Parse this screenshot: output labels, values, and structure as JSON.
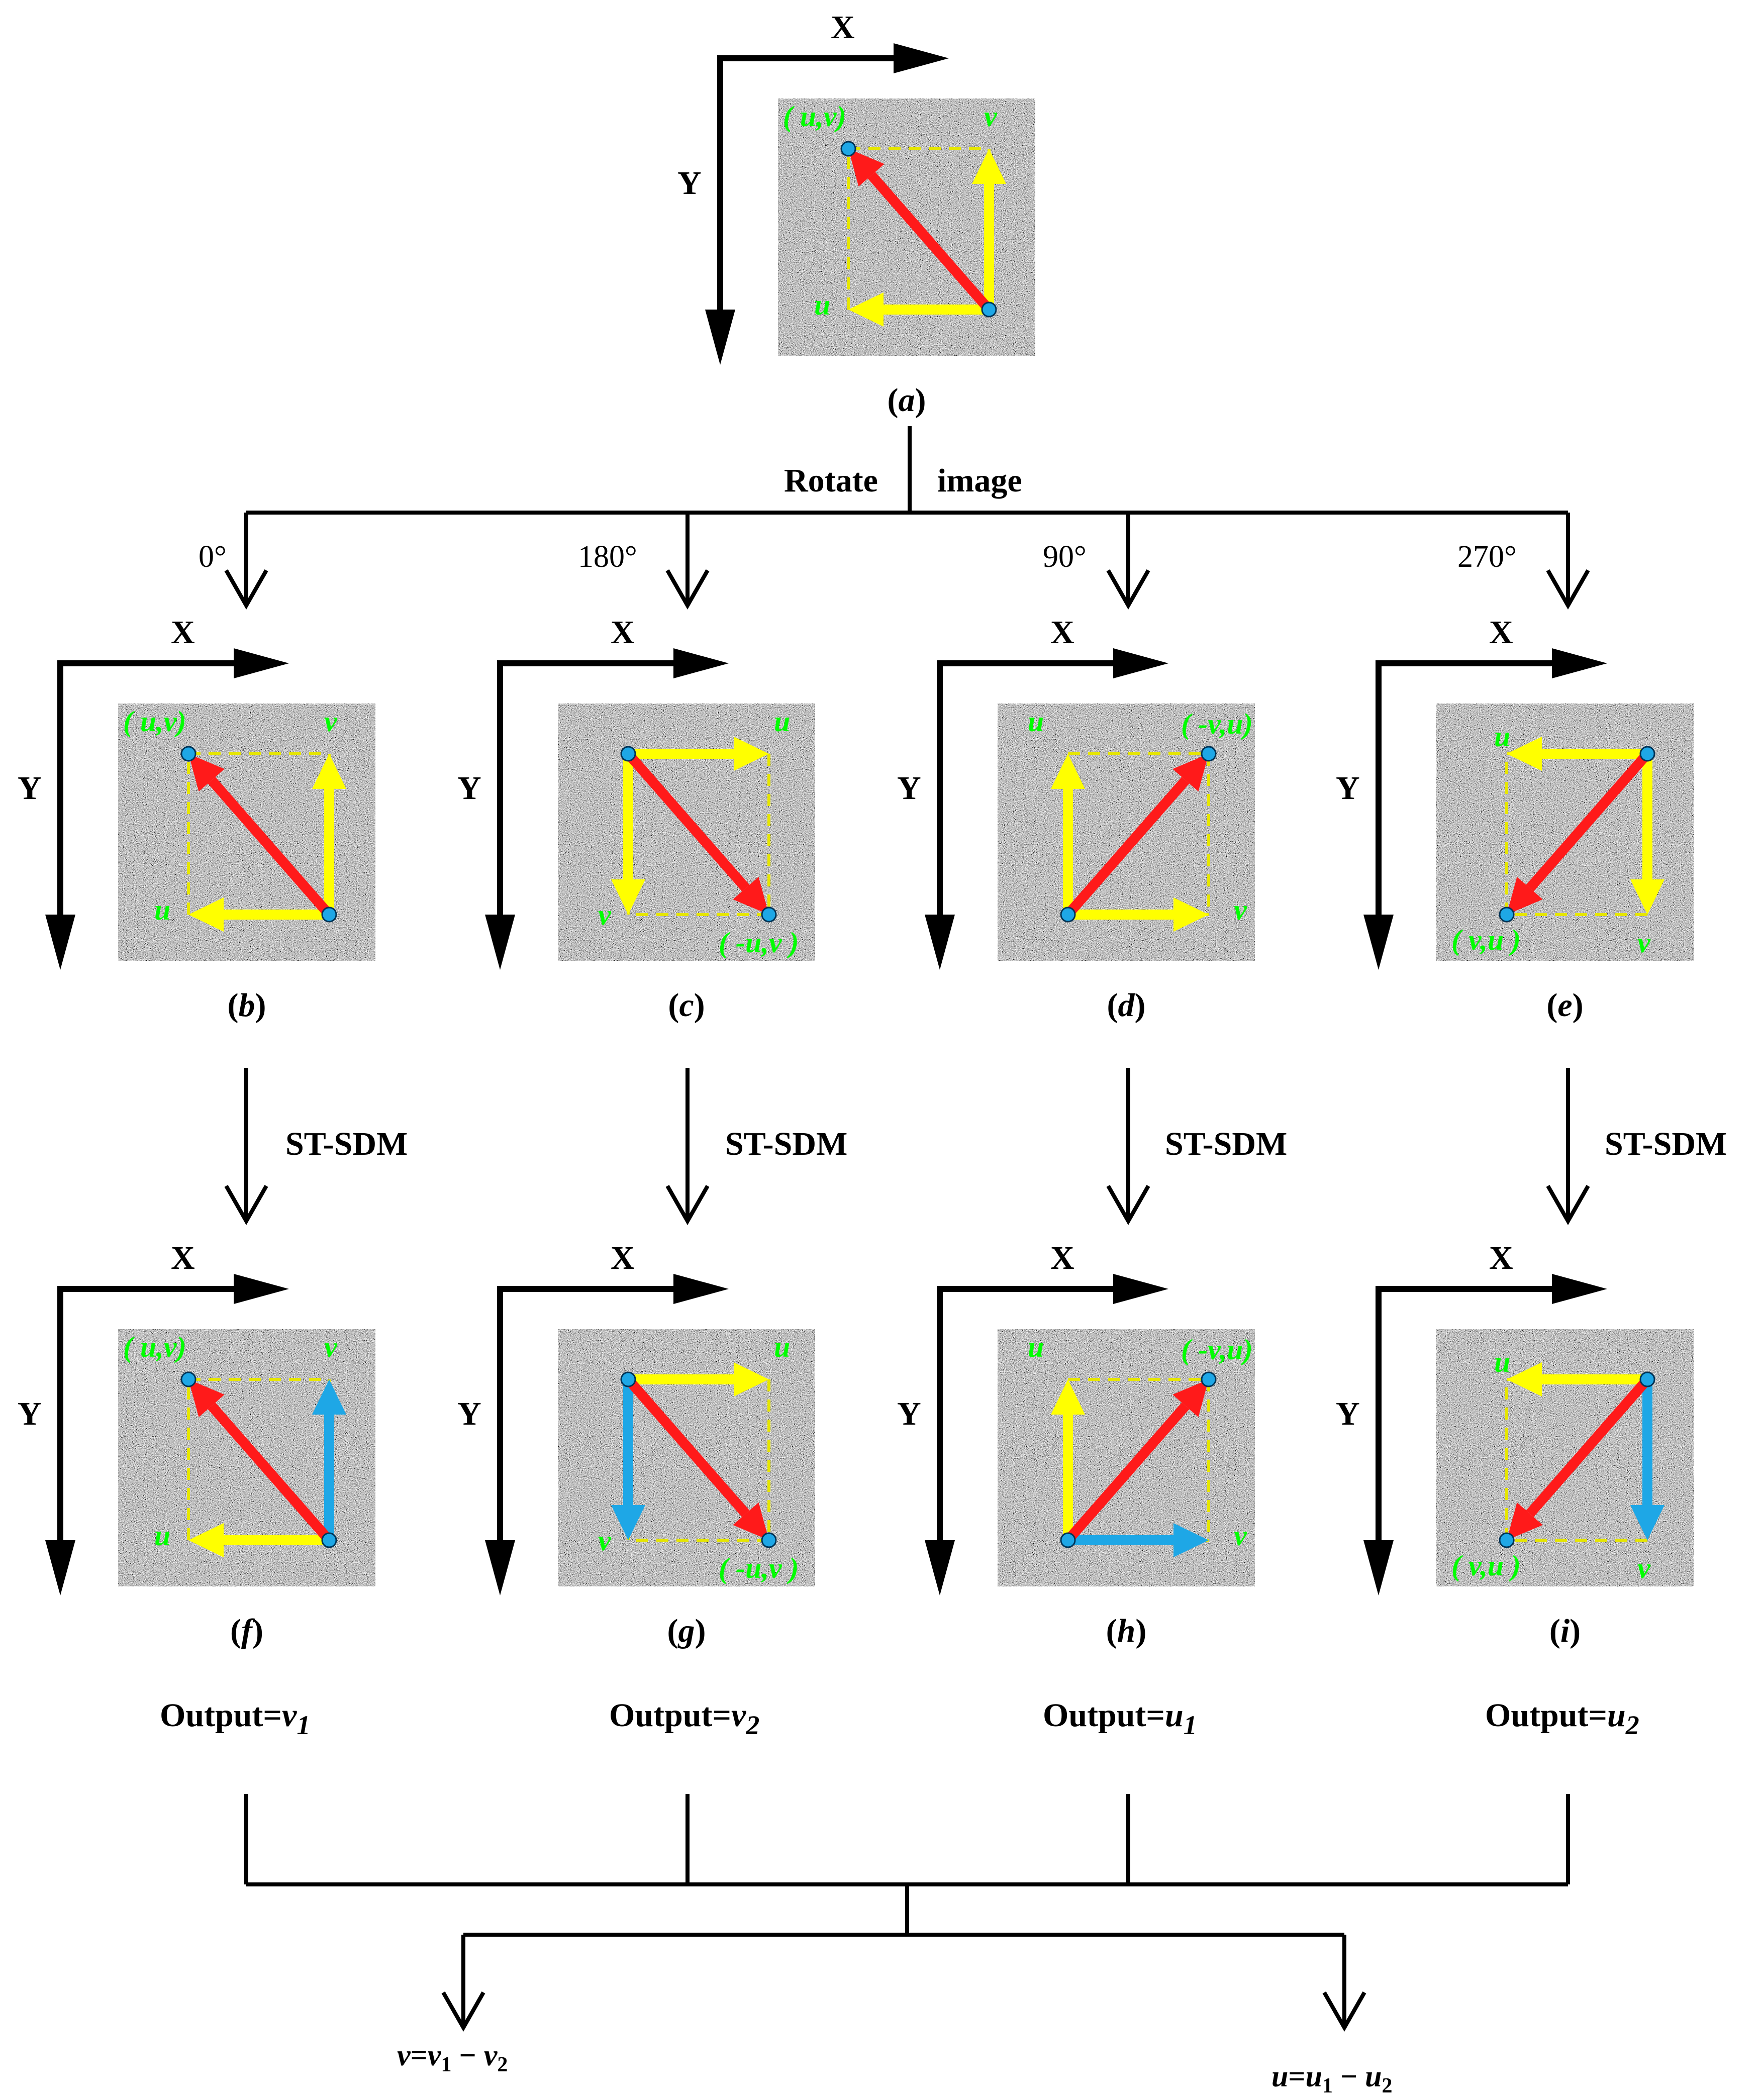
{
  "axis_labels": {
    "x": "X",
    "y": "Y"
  },
  "split_label": {
    "part1": "Rotate",
    "part2": "image"
  },
  "angles": [
    "0°",
    "180°",
    "90°",
    "270°"
  ],
  "process_label": "ST-SDM",
  "panels": {
    "a": {
      "caption": "a",
      "corner_label": "( u,v)",
      "vec_labels": [
        "u",
        "v"
      ]
    },
    "b": {
      "caption": "b",
      "corner_label": "( u,v)",
      "vec_labels": [
        "u",
        "v"
      ]
    },
    "c": {
      "caption": "c",
      "corner_label": "( -u,v )",
      "vec_labels": [
        "u",
        "v"
      ]
    },
    "d": {
      "caption": "d",
      "corner_label": "( -v,u)",
      "vec_labels": [
        "u",
        "v"
      ]
    },
    "e": {
      "caption": "e",
      "corner_label": "( v,u  )",
      "vec_labels": [
        "v",
        "u"
      ]
    },
    "f": {
      "caption": "f",
      "corner_label": "( u,v)",
      "vec_labels": [
        "u",
        "v"
      ]
    },
    "g": {
      "caption": "g",
      "corner_label": "( -u,v )",
      "vec_labels": [
        "u",
        "v"
      ]
    },
    "h": {
      "caption": "h",
      "corner_label": "( -v,u)",
      "vec_labels": [
        "u",
        "v"
      ]
    },
    "i": {
      "caption": "i",
      "corner_label": "( v,u  )",
      "vec_labels": [
        "v",
        "u"
      ]
    }
  },
  "outputs": [
    {
      "prefix": "Output=",
      "var": "v",
      "sub": "1"
    },
    {
      "prefix": "Output=",
      "var": "v",
      "sub": "2"
    },
    {
      "prefix": "Output=",
      "var": "u",
      "sub": "1"
    },
    {
      "prefix": "Output=",
      "var": "u",
      "sub": "2"
    }
  ],
  "results": {
    "v": {
      "lhs": "v",
      "eq": "=",
      "a": "v",
      "a_sub": "1",
      "minus": " − ",
      "b": "v",
      "b_sub": "2"
    },
    "u": {
      "lhs": "u",
      "eq": "=",
      "a": "u",
      "a_sub": "1",
      "minus": " − ",
      "b": "u",
      "b_sub": "2"
    }
  },
  "colors": {
    "line": "#000000",
    "red_vector": "#ff1a1a",
    "yellow_vector": "#ffff00",
    "blue_vector": "#1ea7e6",
    "label_green": "#00ff00",
    "point": "#1ea7e6",
    "dashes": "#e6e600",
    "noise_bg": "#3a3a3a"
  }
}
